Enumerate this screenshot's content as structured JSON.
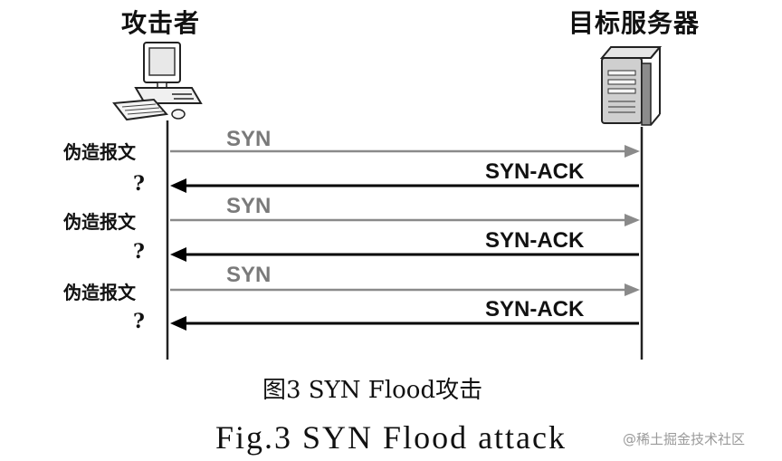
{
  "participants": {
    "attacker": "攻击者",
    "server": "目标服务器"
  },
  "exchanges": [
    {
      "request": "SYN",
      "reply": "SYN-ACK",
      "sender_label": "伪造报文",
      "reply_label": "?"
    },
    {
      "request": "SYN",
      "reply": "SYN-ACK",
      "sender_label": "伪造报文",
      "reply_label": "?"
    },
    {
      "request": "SYN",
      "reply": "SYN-ACK",
      "sender_label": "伪造报文",
      "reply_label": "?"
    }
  ],
  "caption": {
    "chinese": "图3 SYN Flood攻击",
    "english": "Fig.3 SYN Flood attack"
  },
  "watermark": "@稀土掘金技术社区",
  "icons": {
    "attacker": "desktop-computer-icon",
    "server": "tower-server-icon"
  },
  "colors": {
    "request_arrow": "#8a8a8a",
    "reply_arrow": "#000000"
  }
}
